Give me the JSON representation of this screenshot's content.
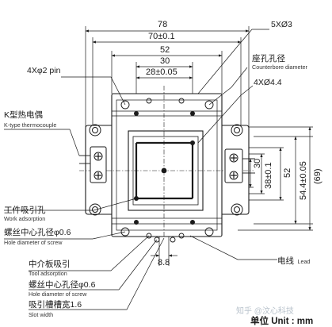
{
  "dimensions": {
    "overall_width": "78",
    "outer_pitch": "70±0.1",
    "inner_width": "52",
    "pitch_30": "30",
    "pitch_28": "28±0.05",
    "slot_width": "8.8",
    "v_30": "30",
    "v_38": "38±0.1",
    "v_52": "52",
    "v_54": "54.4±0.05",
    "v_69": "(69)"
  },
  "callouts": {
    "pin": "4Xφ2 pin",
    "holes_5x": "5XØ3",
    "counterbore_cn": "座孔孔径",
    "counterbore_en": "Counterbore diameter",
    "holes_4x": "4XØ4.4",
    "thermocouple_cn": "K型热电偶",
    "thermocouple_en": "K-type thermocouple",
    "work_adsorption_cn": "工件吸引孔",
    "work_adsorption_en": "Work adsorption",
    "screw_hole1_cn": "螺丝中心孔径φ0.6",
    "screw_hole1_en": "Hole diameter of screw",
    "tool_adsorption_cn": "中介板吸引",
    "tool_adsorption_en": "Tool adsorption",
    "screw_hole2_cn": "螺丝中心孔径φ0.6",
    "screw_hole2_en": "Hole diameter of screw",
    "slot_cn": "吸引槽槽宽1.6",
    "slot_en": "Slot width",
    "lead_cn": "电线",
    "lead_en": "Lead"
  },
  "footer": {
    "watermark": "知乎 @汶心科技",
    "unit": "单位 Unit : mm"
  }
}
